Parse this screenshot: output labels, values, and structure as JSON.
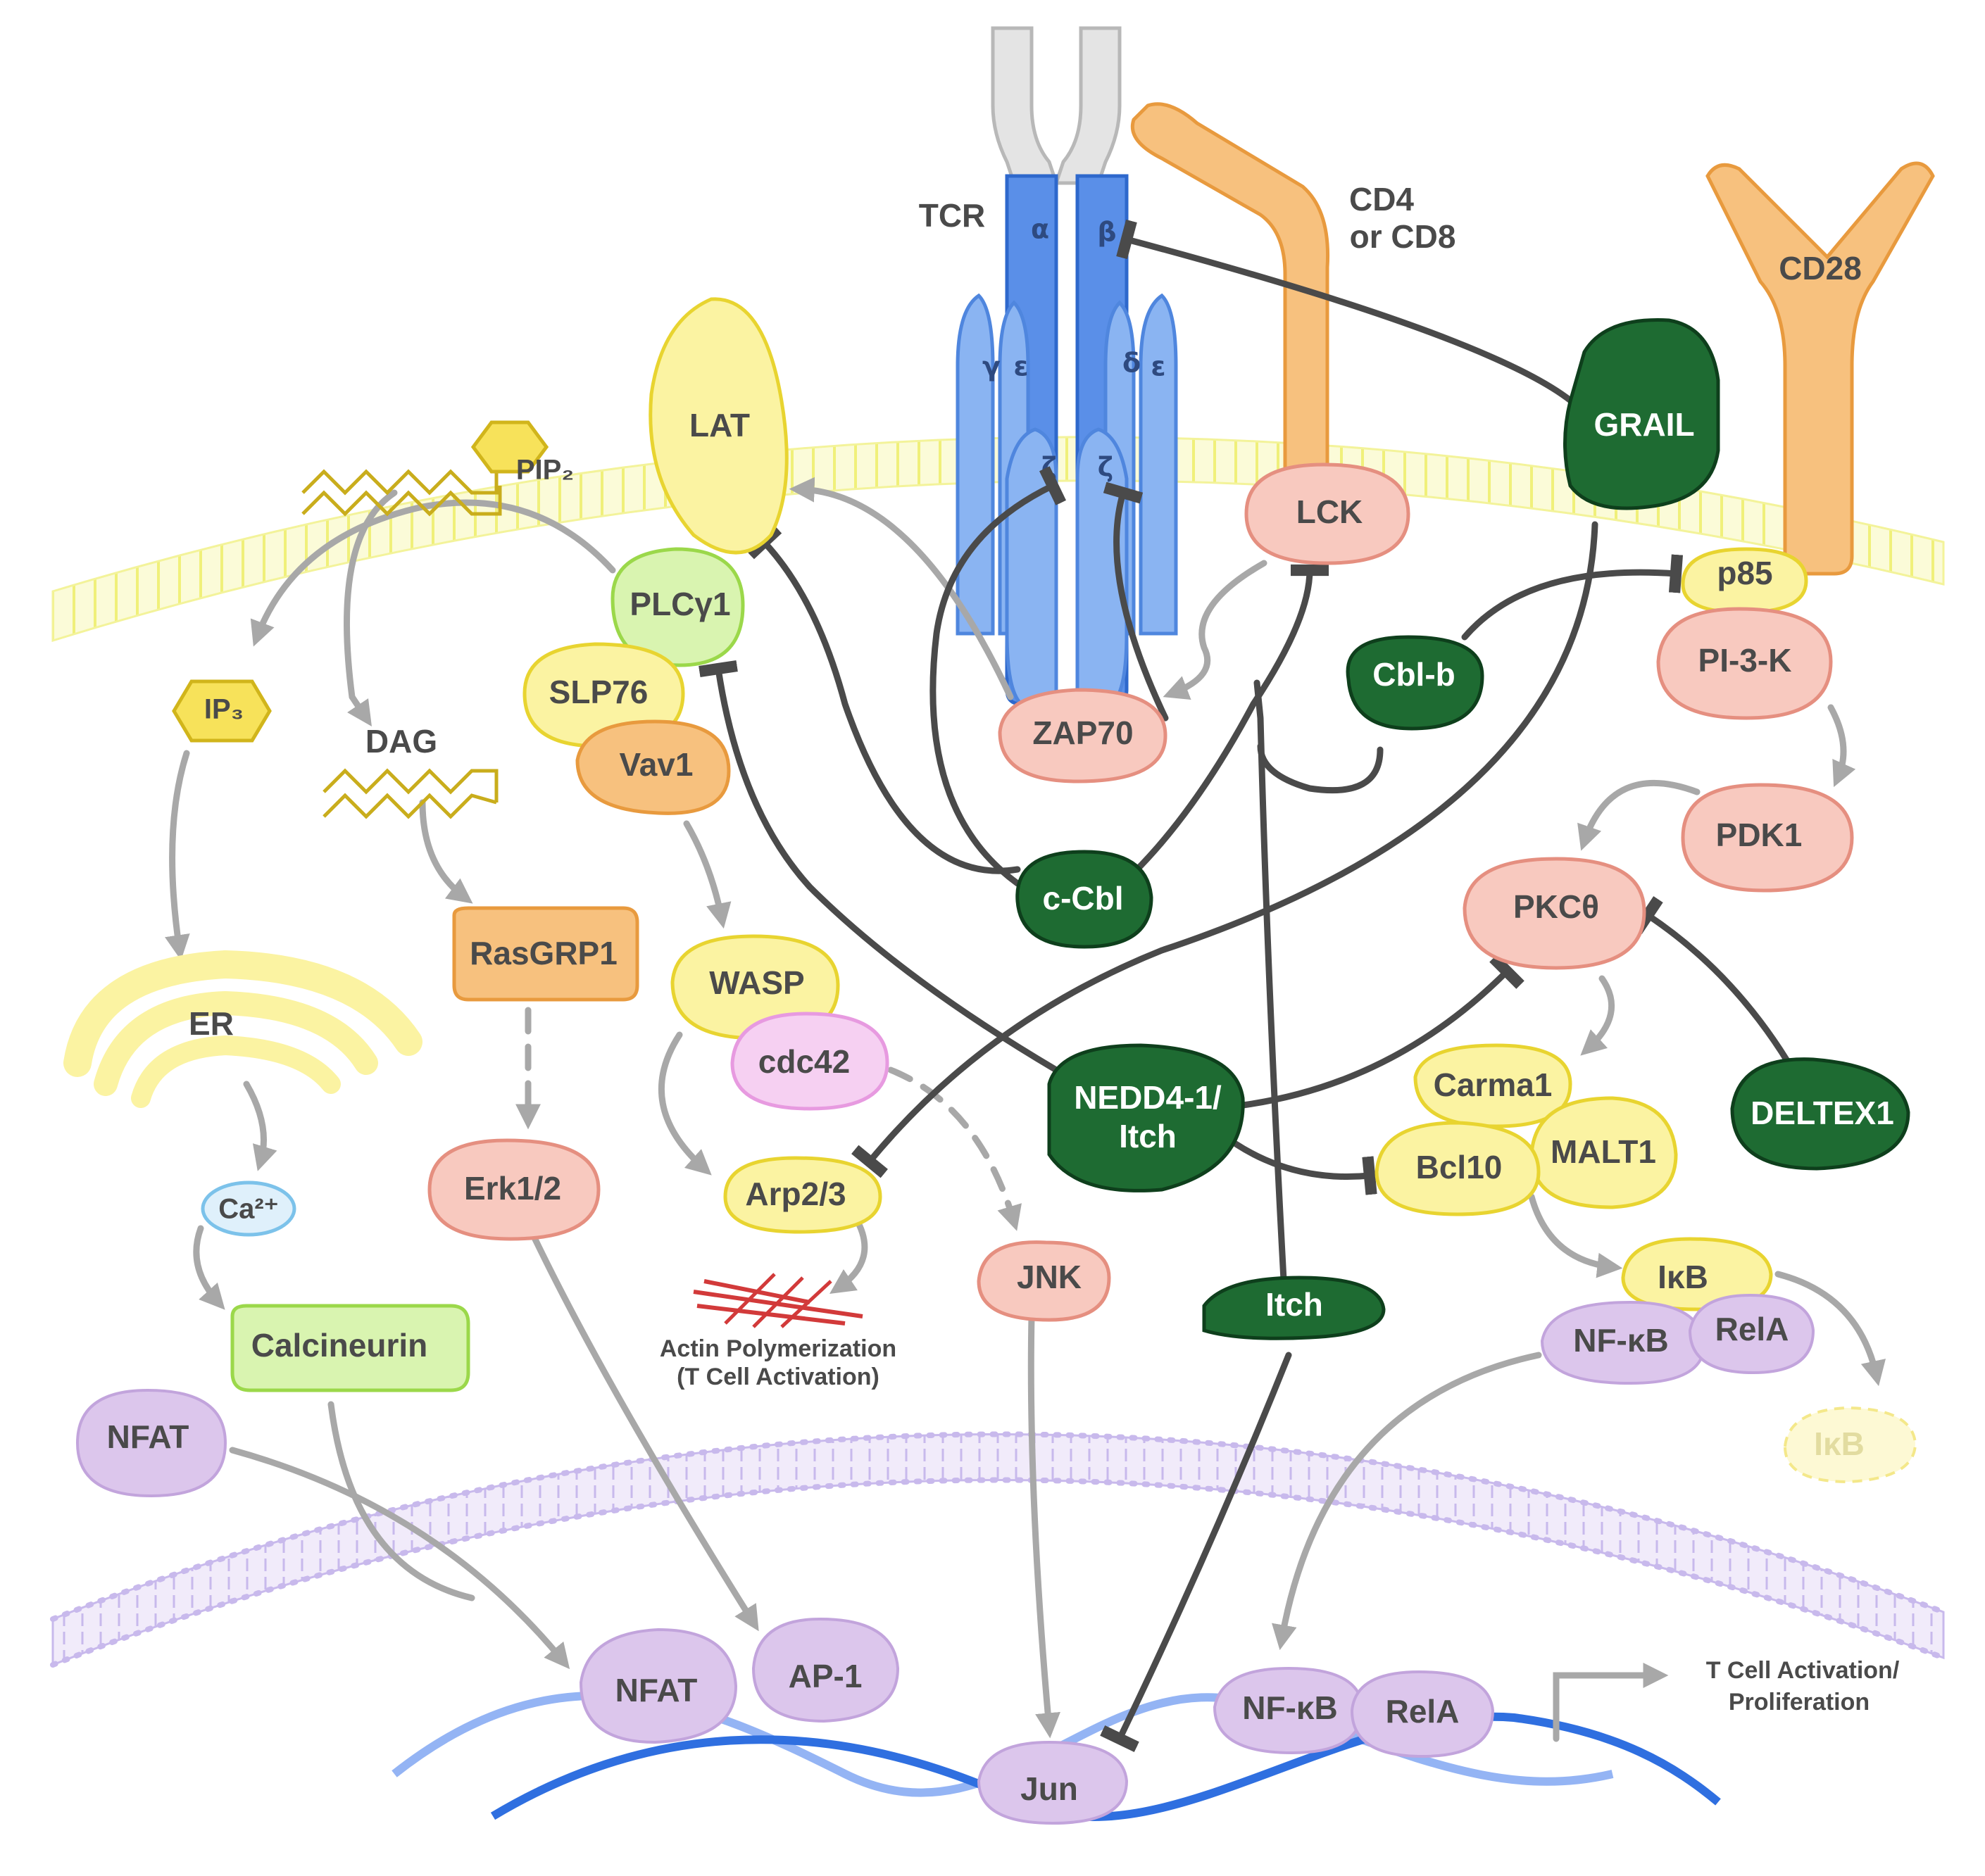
{
  "receptors": {
    "tcr": "TCR",
    "cd4_line1": "CD4",
    "cd4_line2": "or CD8",
    "cd28": "CD28",
    "alpha": "α",
    "beta": "β",
    "gamma": "γ",
    "epsilon_left": "ε",
    "delta": "δ",
    "epsilon_right": "ε",
    "zeta_left": "ζ",
    "zeta_right": "ζ"
  },
  "signaling": {
    "lat": "LAT",
    "pip2": "PIP₂",
    "ip3": "IP₃",
    "dag": "DAG",
    "plcg1": "PLCγ1",
    "slp76": "SLP76",
    "vav1": "Vav1",
    "zap70": "ZAP70",
    "lck": "LCK",
    "p85": "p85",
    "pi3k": "PI-3-K",
    "pdk1": "PDK1",
    "pkc": "PKCθ",
    "carma1": "Carma1",
    "bcl10": "Bcl10",
    "malt1": "MALT1",
    "ikb": "IκB",
    "ikb_degraded": "IκB",
    "nfkb": "NF-κB",
    "rela": "RelA",
    "er": "ER",
    "ca": "Ca²⁺",
    "calcineurin": "Calcineurin",
    "nfat": "NFAT",
    "rasgrp1": "RasGRP1",
    "erk": "Erk1/2",
    "wasp": "WASP",
    "cdc42": "cdc42",
    "arp23": "Arp2/3",
    "actin_line1": "Actin Polymerization",
    "actin_line2": "(T Cell Activation)",
    "jnk": "JNK"
  },
  "ubiquitin_ligases": {
    "grail": "GRAIL",
    "cblb": "Cbl-b",
    "ccbl": "c-Cbl",
    "nedd4_line1": "NEDD4-1/",
    "nedd4_line2": "Itch",
    "deltex1": "DELTEX1",
    "itch": "Itch"
  },
  "nucleus": {
    "nfat": "NFAT",
    "ap1": "AP-1",
    "jun": "Jun",
    "nfkb": "NF-κB",
    "rela": "RelA",
    "outcome_line1": "T Cell Activation/",
    "outcome_line2": "Proliferation"
  },
  "colors": {
    "ligase_green": "#1e6b32",
    "kinase_pink": "#f8c9bf",
    "adaptor_yellow": "#fbf3a2",
    "tf_purple": "#dcc6ec",
    "receptor_blue": "#8ab4f2",
    "coreceptor_orange": "#f7c17e",
    "activation_arrow": "#a8a8a8",
    "inhibition_line": "#4a4a4a"
  }
}
